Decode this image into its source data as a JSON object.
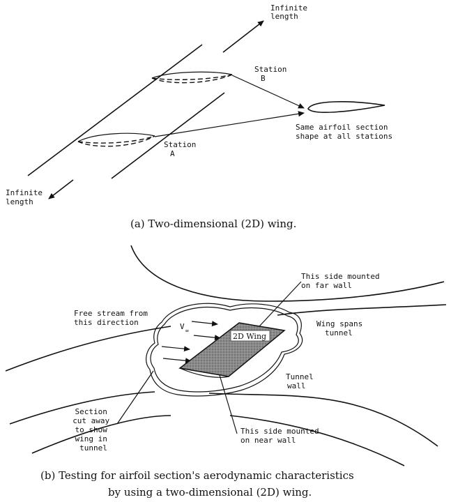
{
  "panel_a": {
    "label_infinite_top": [
      "Infinite",
      "length"
    ],
    "label_infinite_bottom": [
      "Infinite",
      "length"
    ],
    "label_station_b": [
      "Station",
      "B"
    ],
    "label_station_a": [
      "Station",
      "A"
    ],
    "label_same_section": [
      "Same airfoil section",
      "shape at all stations"
    ],
    "caption": "(a) Two-dimensional (2D) wing."
  },
  "panel_b": {
    "label_far_wall": [
      "This side mounted",
      "on far wall"
    ],
    "label_free_stream": [
      "Free stream from",
      "this direction"
    ],
    "label_v": "V",
    "label_v_sub": "∞",
    "label_wing": "2D Wing",
    "label_wing_spans": [
      "Wing spans",
      "tunnel"
    ],
    "label_tunnel_wall": [
      "Tunnel",
      "wall"
    ],
    "label_section_cut": [
      "Section",
      "cut away",
      "to show",
      "wing in",
      "tunnel"
    ],
    "label_near_wall": [
      "This side mounted",
      "on near wall"
    ],
    "caption_line1": "(b) Testing for airfoil section's aerodynamic characteristics",
    "caption_line2": "by using a two-dimensional (2D) wing."
  }
}
